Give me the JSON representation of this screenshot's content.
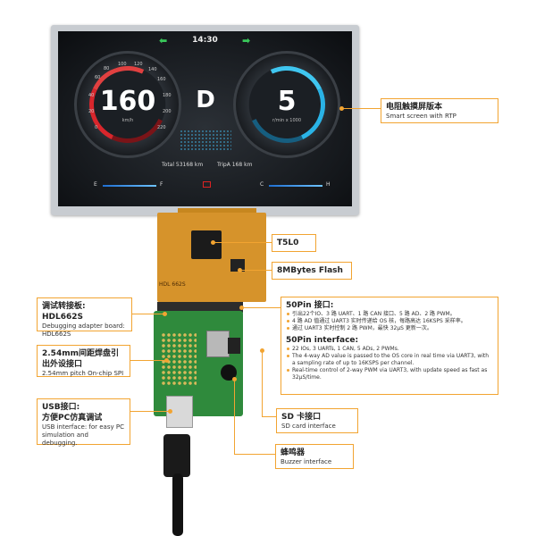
{
  "dashboard": {
    "time": "14:30",
    "speed": "160",
    "speed_unit": "km/h",
    "speed_ticks": [
      "60",
      "80",
      "100",
      "120",
      "140",
      "160",
      "180",
      "200",
      "220",
      "40",
      "20",
      "0"
    ],
    "gear": "D",
    "rpm": "5",
    "rpm_unit": "r/min x 1000",
    "total": "Total 53168 km",
    "trip": "TripA 168 km",
    "fuel_e": "E",
    "fuel_f": "F",
    "temp_c": "C",
    "temp_h": "H"
  },
  "board_labels": {
    "fpc_text": "HDL 662S"
  },
  "callouts": {
    "rtp": {
      "title": "电阻触摸屏版本",
      "subtitle": "Smart screen with RTP"
    },
    "t5l0": {
      "title": "T5L0"
    },
    "flash": {
      "title": "8MBytes Flash"
    },
    "adapter": {
      "title": "调试转接板: HDL662S",
      "subtitle": "Debugging adapter board: HDL662S"
    },
    "spi": {
      "title": "2.54mm间距焊盘引出外设接口",
      "subtitle": "2.54mm pitch On-chip SPI"
    },
    "usb": {
      "title": "USB接口:",
      "title2": "方便PC仿真调试",
      "subtitle": "USB interface: for easy PC simulation and debugging."
    },
    "sd": {
      "title": "SD 卡接口",
      "subtitle": "SD card interface"
    },
    "buzzer": {
      "title": "蜂鸣器",
      "subtitle": "Buzzer interface"
    },
    "pin50": {
      "title_cn": "50Pin 接口:",
      "bullets_cn": [
        "引出22个IO、3 路 UART、1 路 CAN 接口、5 路 AD、2 路 PWM。",
        "4 路 AD 值通过 UART3 实时传递给 OS 核，每路高达 16KSPS 采样率。",
        "通过 UART3 实时控制 2 路 PWM，最快 32μS 更新一次。"
      ],
      "title_en": "50Pin interface:",
      "bullets_en": [
        "22 IOs, 3 UARTs, 1 CAN, 5 ADs, 2 PWMs.",
        "The 4-way AD value is passed to the OS core in real time via UART3, with a sampling rate of up to 16KSPS per channel.",
        "Real-time control of 2-way PWM via UART3, with update speed as fast as 32μS/time."
      ]
    }
  },
  "colors": {
    "accent": "#f2a431",
    "speed_red": "#d8262c",
    "rpm_blue": "#2ab3e6"
  }
}
